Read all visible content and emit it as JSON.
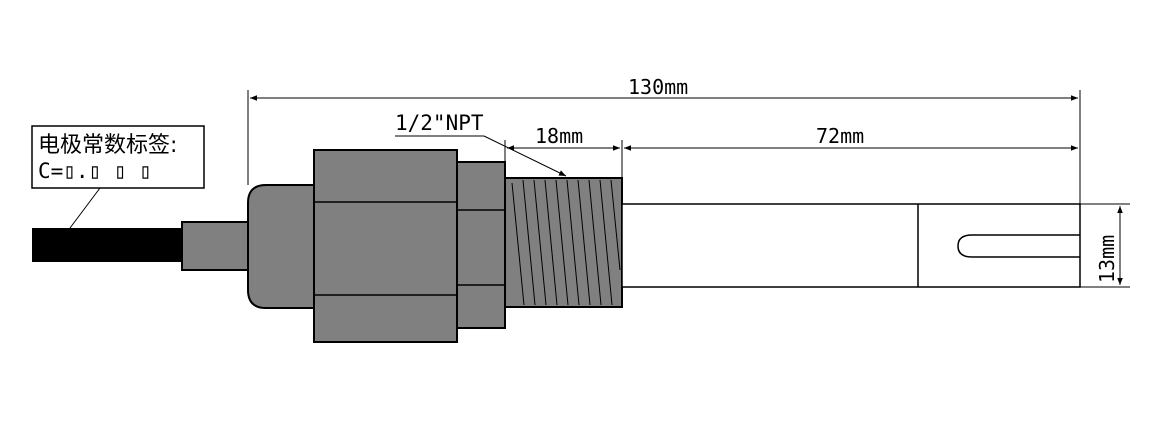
{
  "label": {
    "title": "电极常数标签:",
    "value": "C=▯.▯ ▯ ▯"
  },
  "dimensions": {
    "total_length": "130mm",
    "thread_spec": "1/2\"NPT",
    "thread_length": "18mm",
    "probe_length": "72mm",
    "probe_diameter": "13mm"
  },
  "colors": {
    "body": "#808080",
    "cable": "#000000",
    "outline": "#000000",
    "background": "#ffffff"
  }
}
